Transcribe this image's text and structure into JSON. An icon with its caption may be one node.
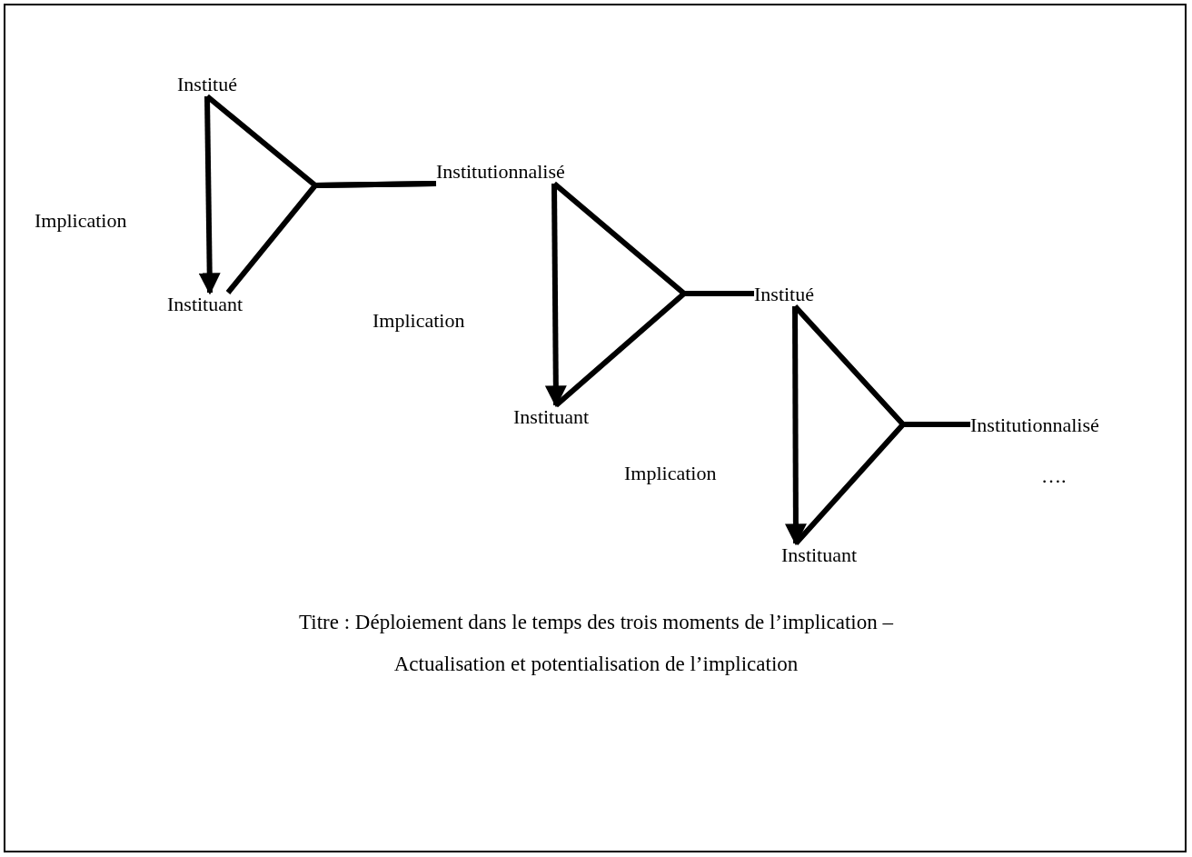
{
  "diagram": {
    "caption": "Titre : Déploiement dans le temps des trois moments de l’implication – Actualisation et potentialisation de l’implication",
    "nodes": [
      {
        "text": [
          "Institué"
        ]
      },
      {
        "text": [
          "Instituant"
        ]
      },
      {
        "text": [
          "Institutionnalisé"
        ]
      },
      {
        "text": [
          "Instituant"
        ]
      },
      {
        "text": [
          "Institué"
        ]
      },
      {
        "text": [
          "Instituant"
        ]
      },
      {
        "text": [
          "Institutionnalisé"
        ]
      }
    ],
    "edges": [
      {
        "from": 0,
        "to": 1,
        "arrow": "to"
      },
      {
        "from": 0,
        "to": 2,
        "arrow": "none"
      },
      {
        "from": 1,
        "to": 2,
        "arrow": "none"
      },
      {
        "from": 2,
        "to": 3,
        "arrow": "to"
      },
      {
        "from": 2,
        "to": 4,
        "arrow": "none"
      },
      {
        "from": 3,
        "to": 4,
        "arrow": "none"
      },
      {
        "from": 4,
        "to": 5,
        "arrow": "to"
      },
      {
        "from": 4,
        "to": 6,
        "arrow": "none"
      },
      {
        "from": 5,
        "to": 6,
        "arrow": "none"
      }
    ],
    "labels": [
      "Implication",
      "Implication",
      "Implication",
      "…."
    ]
  }
}
